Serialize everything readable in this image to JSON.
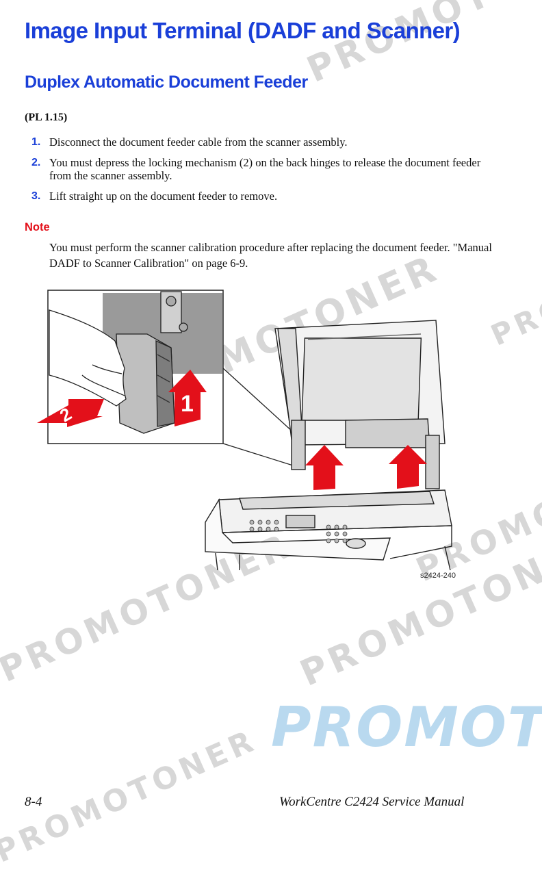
{
  "watermark": {
    "text": "PROMOTONER",
    "logo_text": "PROMOT"
  },
  "page": {
    "title": "Image Input Terminal (DADF and Scanner)",
    "subtitle": "Duplex Automatic Document Feeder",
    "parts_ref": "(PL 1.15)",
    "steps": [
      {
        "num": "1.",
        "text": "Disconnect the document feeder cable from the scanner assembly."
      },
      {
        "num": "2.",
        "text": "You must depress the locking mechanism (2) on the back hinges to release the document feeder from the scanner assembly."
      },
      {
        "num": "3.",
        "text": "Lift straight up on the document feeder to remove."
      }
    ],
    "note_heading": "Note",
    "note_text": "You must perform the scanner calibration procedure after replacing the document feeder. \"Manual DADF to Scanner Calibration\" on page 6-9."
  },
  "figure": {
    "label": "s2424-240",
    "callout_1": "1",
    "callout_2": "2",
    "accent_color": "#e3101a"
  },
  "footer": {
    "page_number": "8-4",
    "manual_title": "WorkCentre C2424 Service Manual"
  }
}
